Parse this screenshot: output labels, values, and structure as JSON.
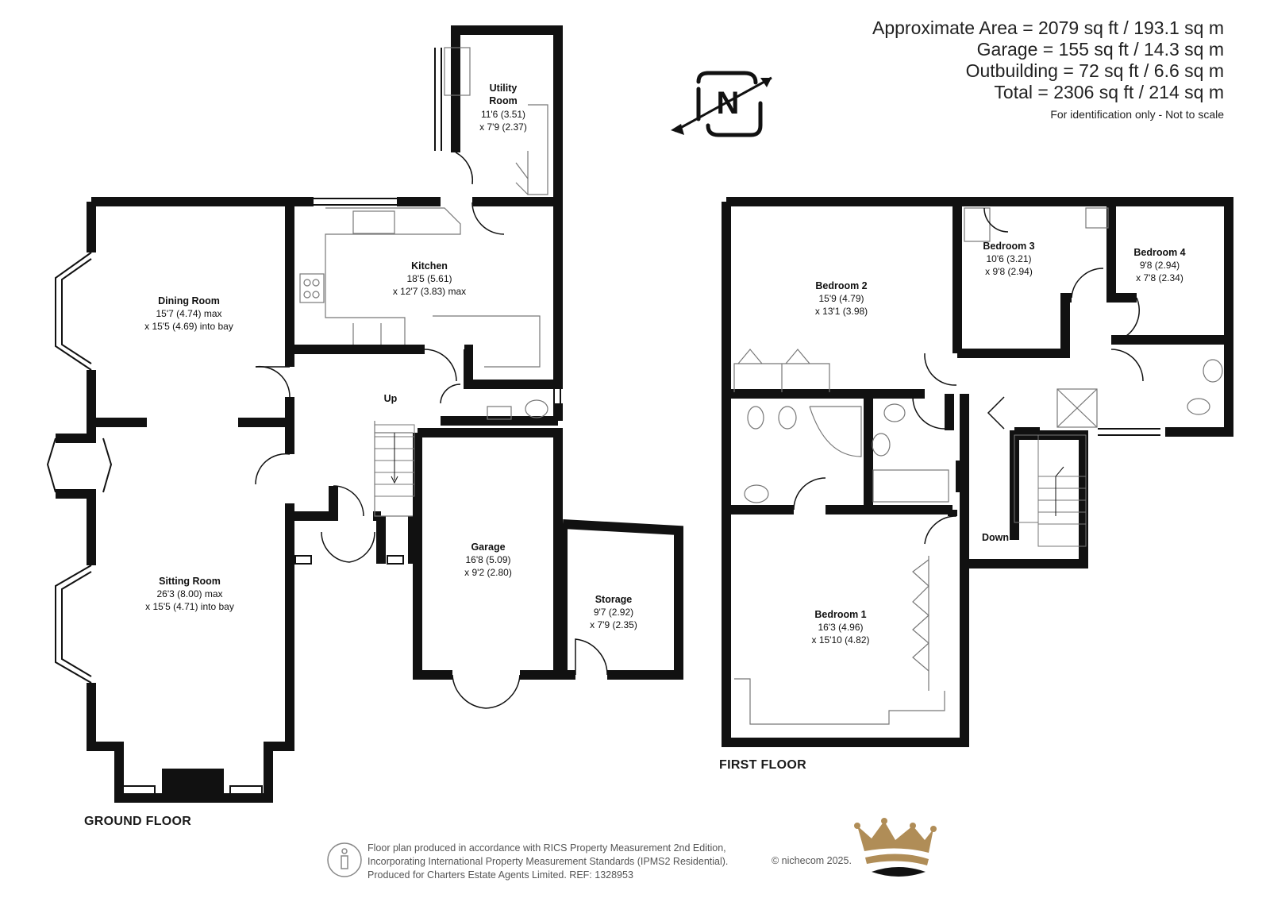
{
  "areas": {
    "approximate": "Approximate Area = 2079 sq ft / 193.1 sq m",
    "garage": "Garage = 155 sq ft / 14.3 sq m",
    "outbuilding": "Outbuilding = 72 sq ft / 6.6 sq m",
    "total": "Total = 2306 sq ft / 214 sq m",
    "note": "For identification only - Not to scale"
  },
  "compass": {
    "letter": "N"
  },
  "floors": {
    "ground": "GROUND FLOOR",
    "first": "FIRST FLOOR"
  },
  "rooms": {
    "utility": {
      "name1": "Utility",
      "name2": "Room",
      "dim1": "11'6 (3.51)",
      "dim2": "x 7'9 (2.37)"
    },
    "kitchen": {
      "name": "Kitchen",
      "dim1": "18'5 (5.61)",
      "dim2": "x 12'7 (3.83) max"
    },
    "dining": {
      "name": "Dining Room",
      "dim1": "15'7 (4.74) max",
      "dim2": "x 15'5 (4.69) into bay"
    },
    "sitting": {
      "name": "Sitting Room",
      "dim1": "26'3 (8.00) max",
      "dim2": "x 15'5 (4.71) into bay"
    },
    "garage": {
      "name": "Garage",
      "dim1": "16'8 (5.09)",
      "dim2": "x 9'2 (2.80)"
    },
    "storage": {
      "name": "Storage",
      "dim1": "9'7 (2.92)",
      "dim2": "x 7'9 (2.35)"
    },
    "bedroom2": {
      "name": "Bedroom 2",
      "dim1": "15'9 (4.79)",
      "dim2": "x 13'1 (3.98)"
    },
    "bedroom3": {
      "name": "Bedroom 3",
      "dim1": "10'6 (3.21)",
      "dim2": "x 9'8 (2.94)"
    },
    "bedroom4": {
      "name": "Bedroom 4",
      "dim1": "9'8 (2.94)",
      "dim2": "x 7'8 (2.34)"
    },
    "bedroom1": {
      "name": "Bedroom 1",
      "dim1": "16'3 (4.96)",
      "dim2": "x 15'10 (4.82)"
    }
  },
  "stairs": {
    "up": "Up",
    "down": "Down"
  },
  "footer": {
    "line1": "Floor plan produced in accordance with RICS Property Measurement 2nd Edition,",
    "line2": "Incorporating International Property Measurement Standards (IPMS2 Residential).",
    "line3": "Produced for Charters Estate Agents Limited.   REF: 1328953",
    "copyright": "© nichecom 2025."
  },
  "colors": {
    "wall": "#111111",
    "crown": "#b08d57",
    "grey": "#888888"
  }
}
